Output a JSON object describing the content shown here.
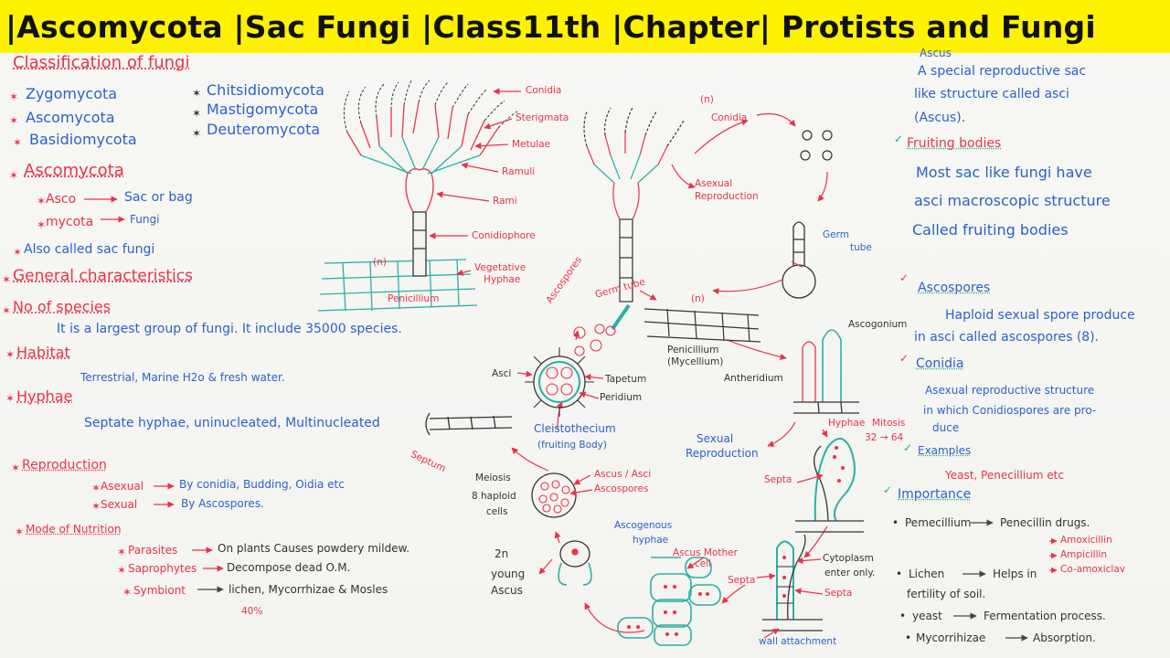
{
  "banner": "|Ascomycota |Sac Fungi |Class11th |Chapter| Protists and Fungi",
  "left": {
    "classification_title": "Classification of fungi",
    "classes": [
      "Zygomycota",
      "Ascomycota",
      "Basidiomycota",
      "Chitsidiomycota",
      "Mastigomycota",
      "Deuteromycota"
    ],
    "ascomycota_title": "Ascomycota",
    "asco": "Asco",
    "asco_meaning": "Sac or bag",
    "mycota": "mycota",
    "mycota_meaning": "Fungi",
    "also_called": "Also called sac fungi",
    "general_title": "General characteristics",
    "species_title": "No of species",
    "species_text": "It is a largest group of fungi. It include 35000 species.",
    "habitat_title": "Habitat",
    "habitat_text": "Terrestrial, Marine H2o & fresh water.",
    "hyphae_title": "Hyphae",
    "hyphae_text": "Septate hyphae, uninucleated, Multinucleated",
    "reproduction_title": "Reproduction",
    "asexual_label": "Asexual",
    "asexual_text": "By conidia, Budding, Oidia etc",
    "sexual_label": "Sexual",
    "sexual_text": "By Ascospores.",
    "nutrition_title": "Mode of Nutrition",
    "parasites": "Parasites",
    "parasites_text": "On plants Causes powdery mildew.",
    "saprophytes": "Saprophytes",
    "saprophytes_text": "Decompose dead O.M.",
    "symbiont": "Symbiont",
    "symbiont_text": "lichen, Mycorrhizae & Mosles",
    "percent": "40%"
  },
  "diagram": {
    "conidia": "Conidia",
    "sterigmata": "Sterigmata",
    "metulae": "Metulae",
    "ramuli": "Ramuli",
    "rami": "Rami",
    "conidiophore": "Conidiophore",
    "vegetative_hyphae": [
      "Vegetative",
      "Hyphae"
    ],
    "n_label": "(n)",
    "penicillium": "Penicillium",
    "conidia_2": "Conidia",
    "n_label_2": "(n)",
    "asexual_reproduction": [
      "Asexual",
      "Reproduction"
    ],
    "germ_tube": [
      "Germ",
      "tube"
    ],
    "ascospores": "Ascospores",
    "germ_tube_2": "Germ tube",
    "n_label_3": "(n)",
    "penicillium_mycelium": [
      "Penicillium",
      "(Mycellium)"
    ],
    "antheridium": "Antheridium",
    "ascogonium": "Ascogonium",
    "asci": "Asci",
    "tapetum": "Tapetum",
    "peridium": "Peridium",
    "cleistothecium": "Cleistothecium",
    "fruiting_body": "(fruiting Body)",
    "septum": "Septum",
    "sexual_reproduction": [
      "Sexual",
      "Reproduction"
    ],
    "hyphae_label": "Hyphae",
    "mitosis": "Mitosis",
    "mitosis_numbers": "32 → 64",
    "septa": "Septa",
    "meiosis": "Meiosis",
    "haploid_cells": [
      "8 haploid",
      "cells"
    ],
    "ascus_asci": "Ascus / Asci",
    "ascospores_2": "Ascospores",
    "young_ascus": [
      "2n",
      "young",
      "Ascus"
    ],
    "ascogenous_hyphae": [
      "Ascogenous",
      "hyphae"
    ],
    "ascus_mother_cell": [
      "Ascus Mother",
      "cell"
    ],
    "septa_2": "Septa",
    "cytoplasm": [
      "Cytoplasm",
      "enter only."
    ],
    "septa_3": "Septa",
    "wall_attachment": "wall attachment"
  },
  "right": {
    "ascus_title": "Ascus",
    "ascus_text": [
      "A special reproductive sac",
      "like structure called asci",
      "(Ascus)."
    ],
    "fruiting_title": "Fruiting bodies",
    "fruiting_text": [
      "Most sac like fungi have",
      "asci macroscopic structure",
      "Called fruiting bodies"
    ],
    "ascospores_title": "Ascospores",
    "ascospores_text": [
      "Haploid sexual spore produce",
      "in asci called ascospores (8)."
    ],
    "conidia_title": "Conidia",
    "conidia_text": [
      "Asexual reproductive structure",
      "in which Conidiospores are pro-",
      "duce"
    ],
    "examples_title": "Examples",
    "examples_text": "Yeast, Penecillium etc",
    "importance_title": "Importance",
    "imp_1a": "Pemecillium",
    "imp_1b": "Penecillin drugs.",
    "drugs": [
      "Amoxicillin",
      "Ampicillin",
      "Co-amoxiclav"
    ],
    "imp_2a": "Lichen",
    "imp_2b": "Helps in",
    "imp_2c": "fertility of soil.",
    "imp_3a": "yeast",
    "imp_3b": "Fermentation process.",
    "imp_4a": "Mycorrihizae",
    "imp_4b": "Absorption."
  },
  "colors": {
    "banner": "#fff200",
    "red": "#e8334a",
    "blue": "#2a62c9",
    "green": "#1fb082"
  }
}
